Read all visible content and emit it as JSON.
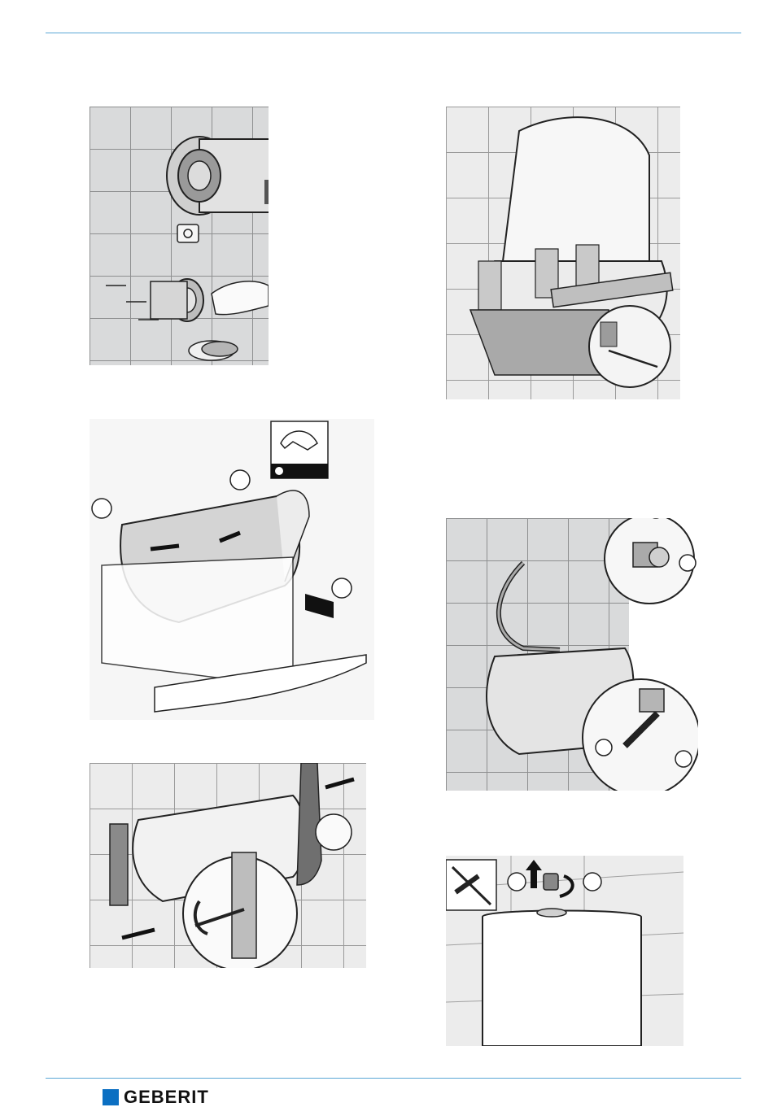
{
  "document": {
    "brand": {
      "name": "GEBERIT",
      "accent_color": "#0b6fc2",
      "rule_color": "#5aa7d6"
    },
    "illustrations": [
      {
        "id": "fig-1",
        "subject": "wall-connection-pipe-icon"
      },
      {
        "id": "fig-2",
        "subject": "seat-leveling-icon"
      },
      {
        "id": "fig-3",
        "subject": "ceramic-mounting-icon"
      },
      {
        "id": "fig-4",
        "subject": "water-hose-connection-icon"
      },
      {
        "id": "fig-5",
        "subject": "side-cover-removal-icon"
      },
      {
        "id": "fig-6",
        "subject": "cistern-valve-icon"
      }
    ]
  }
}
